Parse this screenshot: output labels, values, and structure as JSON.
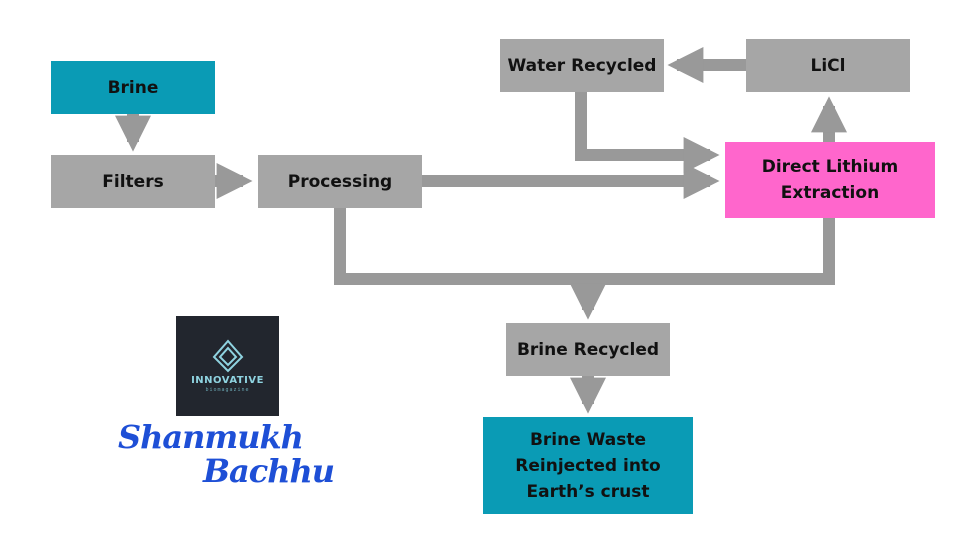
{
  "nodes": {
    "brine": "Brine",
    "filters": "Filters",
    "processing": "Processing",
    "water_recycled": "Water Recycled",
    "licl": "LiCl",
    "dle": "Direct Lithium\nExtraction",
    "brine_recycled": "Brine Recycled",
    "brine_waste": "Brine Waste\nReinjected into\nEarth’s crust"
  },
  "logo": {
    "name": "INNOVATIVE",
    "tagline": "biomagazine",
    "icon": "droplet-diamond-icon"
  },
  "signature": {
    "first": "Shanmukh",
    "last": "Bachhu"
  },
  "colors": {
    "gray_box": "#a6a6a6",
    "teal_box": "#0a9bb5",
    "pink_box": "#ff66cc",
    "arrow": "#999999",
    "signature": "#1e4fd6"
  }
}
